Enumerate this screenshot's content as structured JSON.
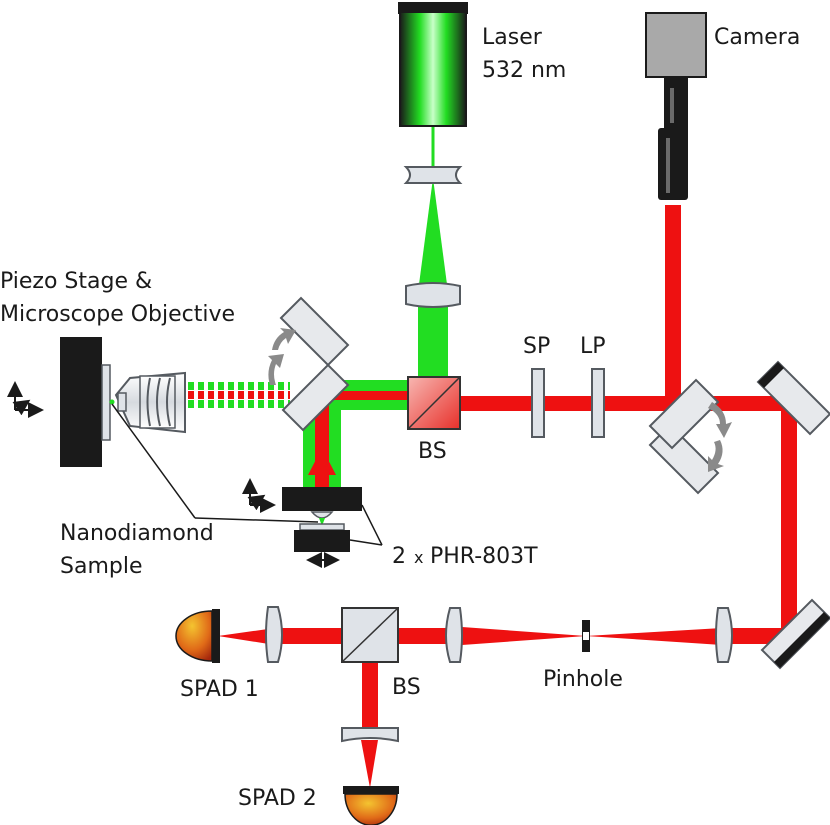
{
  "labels": {
    "laser_line1": "Laser",
    "laser_line2": "532 nm",
    "camera": "Camera",
    "piezo_line1": "Piezo Stage &",
    "piezo_line2": "Microscope Objective",
    "beam_splitter_top": "BS",
    "short_pass": "SP",
    "long_pass": "LP",
    "nanodiamond_line1": "Nanodiamond",
    "nanodiamond_line2": "Sample",
    "phr_count": "2",
    "phr_times": "x",
    "phr_model": "PHR-803T",
    "spad1": "SPAD 1",
    "beam_splitter_bottom": "BS",
    "pinhole": "Pinhole",
    "spad2": "SPAD 2"
  },
  "colors": {
    "laser_green": "#22dd22",
    "fluorescence_red": "#ee1111",
    "optic_fill": "#dfe3e8",
    "optic_stroke": "#555a60",
    "dark": "#1a1a1a",
    "flip_arrow": "#8a8a8a"
  }
}
